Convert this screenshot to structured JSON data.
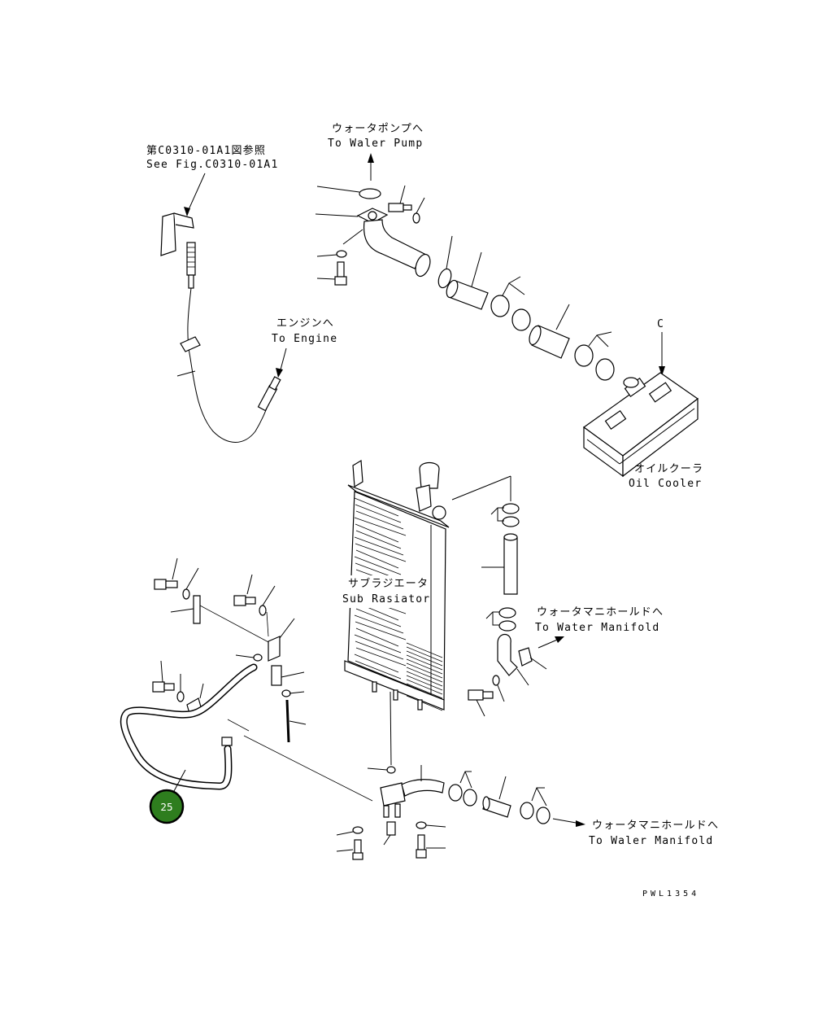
{
  "labels": {
    "see_fig_jp": "第C0310-01A1図参照",
    "see_fig_en": "See Fig.C0310-01A1",
    "water_pump_jp": "ウォータポンプへ",
    "water_pump_en": "To Waler Pump",
    "engine_jp": "エンジンへ",
    "engine_en": "To Engine",
    "oil_cooler_jp": "オイルクーラ",
    "oil_cooler_en": "Oil Cooler",
    "sub_radiator_jp": "サブラジエータ",
    "sub_radiator_en": "Sub Rasiator",
    "water_manifold1_jp": "ウォータマニホールドへ",
    "water_manifold1_en": "To Water Manifold",
    "water_manifold2_jp": "ウォータマニホールドへ",
    "water_manifold2_en": "To Waler Manifold",
    "view_letter": "C",
    "drawing_code": "PWL1354"
  },
  "callout": {
    "number": "25",
    "color": "#2e7d1e"
  }
}
